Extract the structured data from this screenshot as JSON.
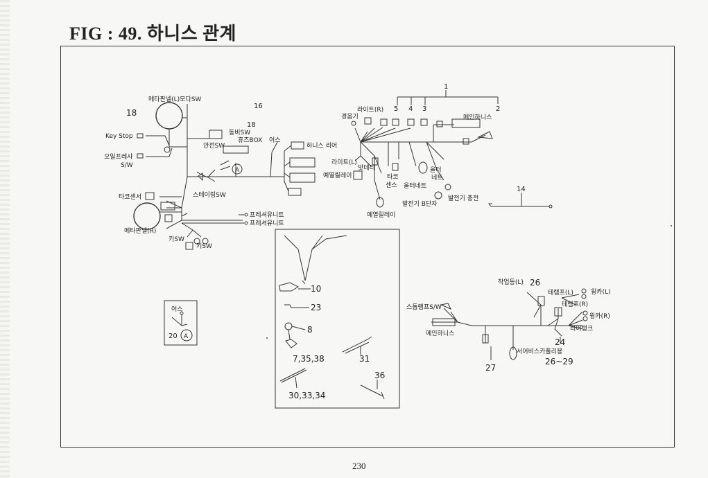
{
  "figure": {
    "title": "FIG : 49. 하니스 관계",
    "page_number": "230"
  },
  "labels": {
    "meter_panel_l": "메타판넬(L)모다SW",
    "n18a": "18",
    "key_stop": "Key Stop",
    "oil_pressure": "오일프레샤",
    "sw": "S/W",
    "n16": "16",
    "n18b": "18",
    "power_sw": "동비SW",
    "fuse_box": "휴즈BOX",
    "earth_top": "어스",
    "safety_sw": "안전SW",
    "harness_rear": "하니스 리어",
    "circle_a": "A",
    "tacho_sensor": "타코센서",
    "steering_sw": "스테이링SW",
    "meter_panel_r": "메타판넬(R)",
    "key_sw1": "키SW",
    "key_sw2": "키SW",
    "pressure_unit1": "프레셔유니트",
    "pressure_unit2": "프레셔유니트",
    "n1": "1",
    "n2": "2",
    "n3": "3",
    "n4": "4",
    "n5": "5",
    "light_r": "라이트(R)",
    "horn": "경음기",
    "main_harness_top": "메인하니스",
    "light_l": "라이트(L)",
    "battery": "밧데리",
    "preheat_relay1": "예열릴레이",
    "tacho_sense": "타코",
    "tacho_sense2": "센스",
    "alternator": "올터",
    "alternator2": "네트",
    "alternator3": "올터네트",
    "generator_b": "발전기 B단자",
    "generator_charge": "발전기 충전",
    "preheat_relay2": "예열릴레이",
    "n14": "14",
    "earth_box": "어스",
    "n20": "20",
    "n10": "10",
    "n23": "23",
    "n8": "8",
    "n7_35_38": "7,35,38",
    "n31": "31",
    "n36": "36",
    "n30_33_34": "30,33,34",
    "work_light": "작업등(L)",
    "n26": "26",
    "tail_lamp_l": "테램프(L)",
    "winker_l": "윙카(L)",
    "tail_lamp_r": "테램프(R)",
    "stop_lamp_sw": "스톱램프S/W",
    "winker_r": "윙카(R)",
    "rear_tank": "리어탱크",
    "main_harness_bottom": "메인하니스",
    "n24": "24",
    "service_coupler": "서어비스카플리용",
    "n26_29": "26~29",
    "n27": "27"
  },
  "colors": {
    "ink": "#222222",
    "paper": "#f7f7f5"
  }
}
